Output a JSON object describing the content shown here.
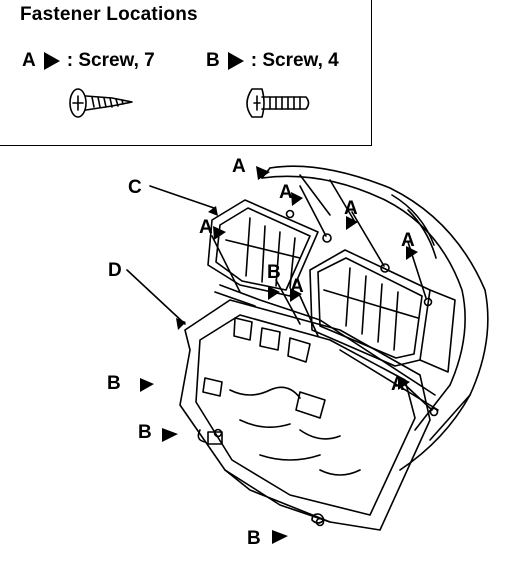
{
  "title": "Fastener Locations",
  "legend": [
    {
      "key": "A",
      "text": ": Screw, 7"
    },
    {
      "key": "B",
      "text": ": Screw, 4"
    }
  ],
  "callouts": {
    "a": "A",
    "b": "B",
    "c": "C",
    "d": "D"
  },
  "colors": {
    "ink": "#000000",
    "paper": "#ffffff"
  }
}
